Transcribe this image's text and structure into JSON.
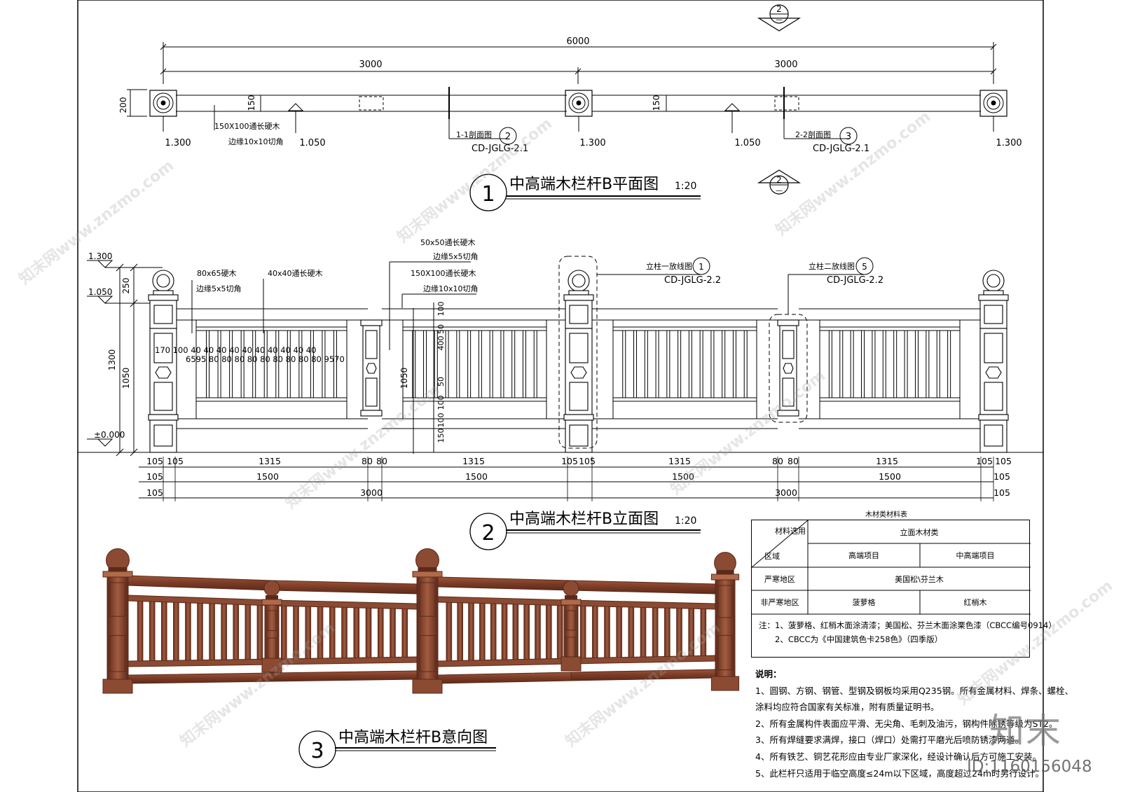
{
  "plan": {
    "title": "中高端木栏杆B平面图",
    "scale": "1:20",
    "number": "1",
    "dim_total": "6000",
    "dim_half_left": "3000",
    "dim_half_right": "3000",
    "dim_200": "200",
    "dim_150_left": "150",
    "dim_150_right": "150",
    "elev_post_left": "1.300",
    "elev_post_mid": "1.300",
    "elev_post_right": "1.300",
    "elev_rail_left": "1.050",
    "elev_rail_right": "1.050",
    "label_rail_1": "150X100通长硬木",
    "label_rail_2": "边缘10x10切角",
    "section1_label": "1-1剖面图",
    "section1_num": "2",
    "section1_ref": "CD-JGLG-2.1",
    "section2_label": "2-2剖面图",
    "section2_num": "3",
    "section2_ref": "CD-JGLG-2.1",
    "cut_marker_num": "2",
    "cut_marker_sub": "—"
  },
  "elevation": {
    "title": "中高端木栏杆B立面图",
    "scale": "1:20",
    "number": "2",
    "level_top": "1.300",
    "level_mid": "1.050",
    "level_zero": "±0.000",
    "dim_250": "250",
    "dim_1300": "1300",
    "dim_1050": "1050",
    "dim_1050_inner": "1050",
    "label_80x65": "80x65硬木",
    "label_80x65_b": "边缘5x5切角",
    "label_40x40": "40x40通长硬木",
    "label_50x50": "50x50通长硬木",
    "label_50x50_b": "边缘5x5切角",
    "label_150x100": "150X100通长硬木",
    "label_150x100_b": "边缘10x10切角",
    "post_detail_1": "立柱一放线图",
    "post_detail_1_num": "1",
    "post_detail_1_ref": "CD-JGLG-2.2",
    "post_detail_2": "立柱二放线图",
    "post_detail_2_num": "5",
    "post_detail_2_ref": "CD-JGLG-2.2",
    "baluster_dims_text": "170 100  40 40 40 40 40 40 40 40 40 40",
    "baluster_dims_text_2": "6595 80 80 80 80 80 80 80 80 80 9570",
    "vert_dims": [
      "100",
      "50",
      "400",
      "50",
      "100",
      "100",
      "150"
    ],
    "row1": [
      "105",
      "105",
      "1315",
      "80",
      "80",
      "1315",
      "105",
      "105",
      "1315",
      "80",
      "80",
      "1315",
      "105",
      "105"
    ],
    "row2": [
      "105",
      "1500",
      "1500",
      "1500",
      "1500",
      "105"
    ],
    "row3": [
      "105",
      "3000",
      "3000",
      "105"
    ]
  },
  "render": {
    "title": "中高端木栏杆B意向图",
    "number": "3"
  },
  "material_table": {
    "caption": "木材类材料表",
    "corner_top": "材料选用",
    "corner_bottom": "区域",
    "header_main": "立面木材类",
    "header_high": "高端项目",
    "header_midhigh": "中高端项目",
    "row1_region": "严寒地区",
    "row1_value": "美国松\\芬兰木",
    "row2_region": "非严寒地区",
    "row2_high": "菠萝格",
    "row2_midhigh": "红梢木",
    "note_1": "注：1、菠萝格、红梢木面涂清漆；美国松、芬兰木面涂栗色漆（CBCC编号0914）",
    "note_2": "2、CBCC为《中国建筑色卡258色》（四季版）"
  },
  "notes": {
    "heading": "说明：",
    "lines": [
      "1、圆钢、方钢、钢管、型钢及钢板均采用Q235钢。所有金属材料、焊条、螺栓、",
      "涂料均应符合国家有关标准，附有质量证明书。",
      "2、所有金属构件表面应平滑、无尖角、毛刺及油污，钢构件除锈等级为ST2。",
      "3、所有焊缝要求满焊，接口（焊口）处需打平磨光后喷防锈漆两道。",
      "4、所有铁艺、铜艺花形应由专业厂家深化，经设计确认后方可施工安装。",
      "5、此栏杆只适用于临空高度≤24m以下区域，高度超过24m时另行设计。"
    ]
  },
  "brand": {
    "logo": "知末",
    "id": "ID:1160156048",
    "watermark": "知末网www.znzmo.com"
  },
  "colors": {
    "wood_dark": "#5a2a1a",
    "wood_mid": "#8b4a32",
    "wood_light": "#b06a4a",
    "line": "#000000"
  }
}
